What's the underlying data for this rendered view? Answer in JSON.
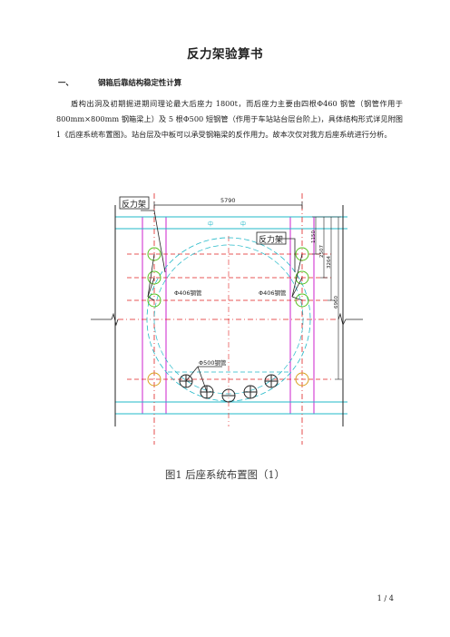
{
  "document": {
    "title": "反力架验算书",
    "section1": {
      "number": "一、",
      "heading": "钢箱后靠结构稳定性计算"
    },
    "paragraph": "盾构出洞及初期掘进期间理论最大后座力 1800t，而后座力主要由四根Φ460 钢管（钢管作用于 800mm×800mm 钢箱梁上）及 5 根Φ500 短钢管（作用于车站站台层台阶上)，具体结构形式详见附图 1《后座系统布置图》。站台层及中板可以承受钢箱梁的反作用力。故本次仅对我方后座系统进行分析。",
    "figure_caption": "图1  后座系统布置图（1）",
    "page_number": "1 / 4"
  },
  "drawing": {
    "label_left_frame": "反力架",
    "label_right_frame": "反力架",
    "top_dimension": "5790",
    "pipe_label_left": "Φ406钢管",
    "pipe_label_right": "Φ406钢管",
    "pipe_label_bottom": "Φ500钢管",
    "right_dimensions": [
      "1150",
      "2507",
      "3264",
      "6960"
    ],
    "colors": {
      "frame": "#cc22cc",
      "beam": "#22b8c8",
      "dash_red": "#e02020",
      "dash_cyan": "#22b8c8",
      "pipe_green": "#55c020",
      "pipe_yellow": "#d8a020",
      "line": "#222222"
    }
  }
}
